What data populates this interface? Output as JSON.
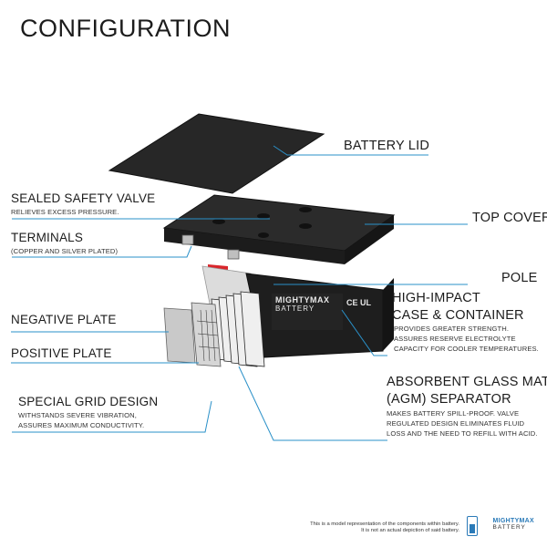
{
  "title": "CONFIGURATION",
  "colors": {
    "leader": "#2a90c8",
    "case": "#1f1f1f",
    "lid": "#262626",
    "terminal_red": "#d9262b",
    "plate": "#c8c8c8"
  },
  "callouts": {
    "battery_lid": {
      "title": "BATTERY LID"
    },
    "safety_valve": {
      "title": "SEALED SAFETY VALVE",
      "desc": "RELIEVES EXCESS PRESSURE."
    },
    "terminals": {
      "title": "TERMINALS",
      "desc": "(COPPER AND SILVER PLATED)"
    },
    "top_cover": {
      "title": "TOP COVER"
    },
    "pole": {
      "title": "POLE"
    },
    "negative_plate": {
      "title": "NEGATIVE PLATE"
    },
    "positive_plate": {
      "title": "POSITIVE PLATE"
    },
    "case_container": {
      "title_1": "HIGH-IMPACT",
      "title_2": "CASE & CONTAINER",
      "desc_1": "PROVIDES GREATER STRENGTH.",
      "desc_2": "ASSURES RESERVE ELECTROLYTE",
      "desc_3": "CAPACITY FOR COOLER TEMPERATURES."
    },
    "grid_design": {
      "title": "SPECIAL GRID DESIGN",
      "desc_1": "WITHSTANDS SEVERE VIBRATION,",
      "desc_2": "ASSURES MAXIMUM CONDUCTIVITY."
    },
    "agm": {
      "title_1": "ABSORBENT GLASS MAT",
      "title_2": "(AGM) SEPARATOR",
      "desc_1": "MAKES BATTERY SPILL-PROOF. VALVE",
      "desc_2": "REGULATED DESIGN ELIMINATES FLUID",
      "desc_3": "LOSS AND THE NEED TO REFILL WITH ACID."
    }
  },
  "battery_label": {
    "brand_1": "MIGHTYMAX",
    "brand_2": "BATTERY",
    "marks": "CE UL"
  },
  "disclaimer": {
    "line_1": "This is a model representation of the components within battery.",
    "line_2": "It is not an actual depiction of said battery."
  },
  "footer_brand": {
    "line_1": "MIGHTYMAX",
    "line_2": "BATTERY"
  },
  "icons": [
    "battery-icon"
  ]
}
